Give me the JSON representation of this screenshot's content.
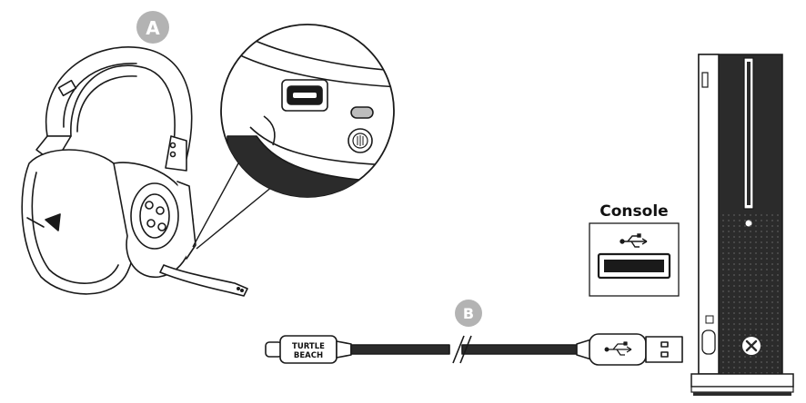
{
  "callouts": {
    "a": {
      "label": "A"
    },
    "b": {
      "label": "B"
    }
  },
  "console_port": {
    "label": "Console",
    "icon": "usb-icon"
  },
  "cable": {
    "brand_line1": "TURTLE",
    "brand_line2": "BEACH",
    "plug_icon": "usb-icon"
  },
  "colors": {
    "badge": "#b3b3b3",
    "console_body": "#2b2b2b",
    "outline": "#1a1a1a"
  }
}
